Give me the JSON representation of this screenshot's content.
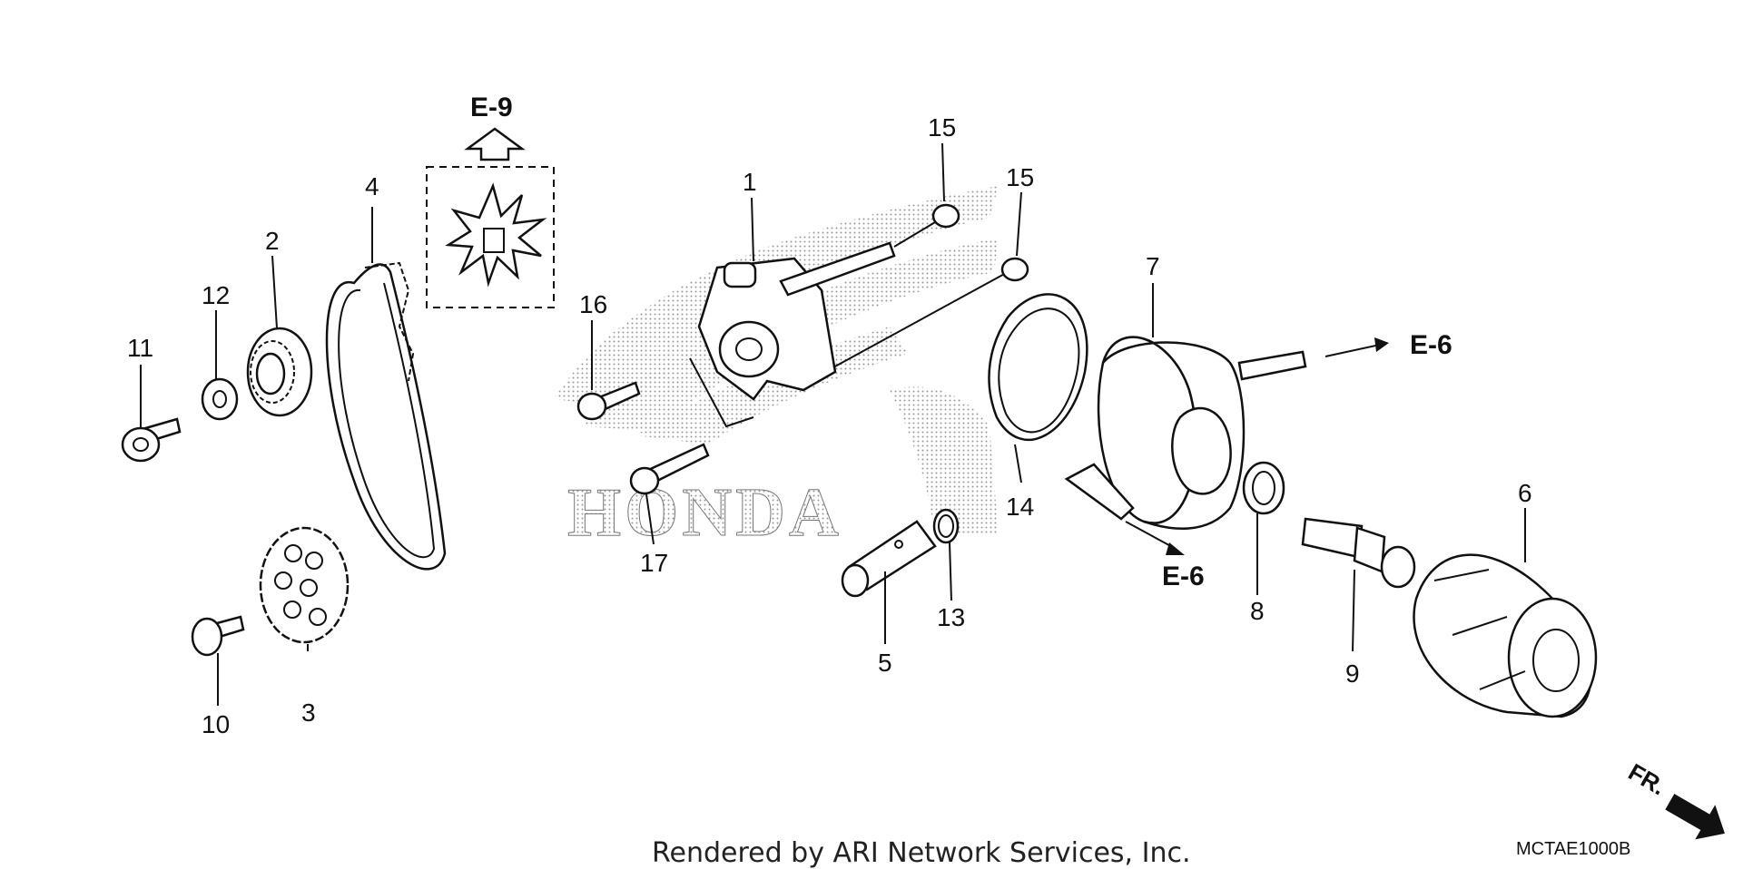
{
  "diagram": {
    "part_labels": [
      "1",
      "2",
      "3",
      "4",
      "5",
      "6",
      "7",
      "8",
      "9",
      "10",
      "11",
      "12",
      "13",
      "14",
      "15",
      "15",
      "16",
      "17"
    ],
    "references": [
      "E-9",
      "E-6",
      "E-6"
    ],
    "brand_watermark": "HONDA",
    "direction_label": "FR.",
    "footer_text": "Rendered by ARI Network Services, Inc.",
    "drawing_code": "MCTAE1000B"
  }
}
